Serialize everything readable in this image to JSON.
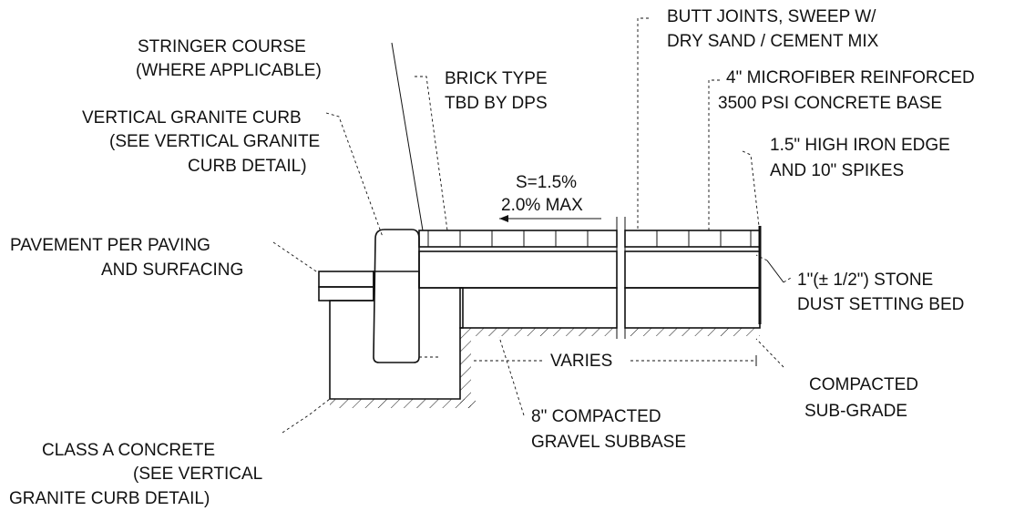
{
  "labels": {
    "stringer_1": "STRINGER COURSE",
    "stringer_2": "(WHERE APPLICABLE)",
    "brick_1": "BRICK TYPE",
    "brick_2": "TBD BY DPS",
    "butt_1": "BUTT JOINTS, SWEEP W/",
    "butt_2": "DRY SAND / CEMENT MIX",
    "micro_1": "4\" MICROFIBER REINFORCED",
    "micro_2": "3500 PSI CONCRETE BASE",
    "curb_1": "VERTICAL GRANITE CURB",
    "curb_2": "(SEE VERTICAL GRANITE",
    "curb_3": "CURB DETAIL)",
    "iron_1": "1.5\" HIGH IRON EDGE",
    "iron_2": "AND 10\" SPIKES",
    "slope_1": "S=1.5%",
    "slope_2": "2.0% MAX",
    "pave_1": "PAVEMENT PER PAVING",
    "pave_2": "AND SURFACING",
    "stone_1": "1\"(± 1/2\") STONE",
    "stone_2": "DUST SETTING BED",
    "varies": "VARIES",
    "compacted_1": "COMPACTED",
    "compacted_2": "SUB-GRADE",
    "gravel_1": "8\" COMPACTED",
    "gravel_2": "GRAVEL SUBBASE",
    "classa_1": "CLASS A CONCRETE",
    "classa_2": "(SEE VERTICAL",
    "classa_3": "GRANITE CURB DETAIL)"
  }
}
